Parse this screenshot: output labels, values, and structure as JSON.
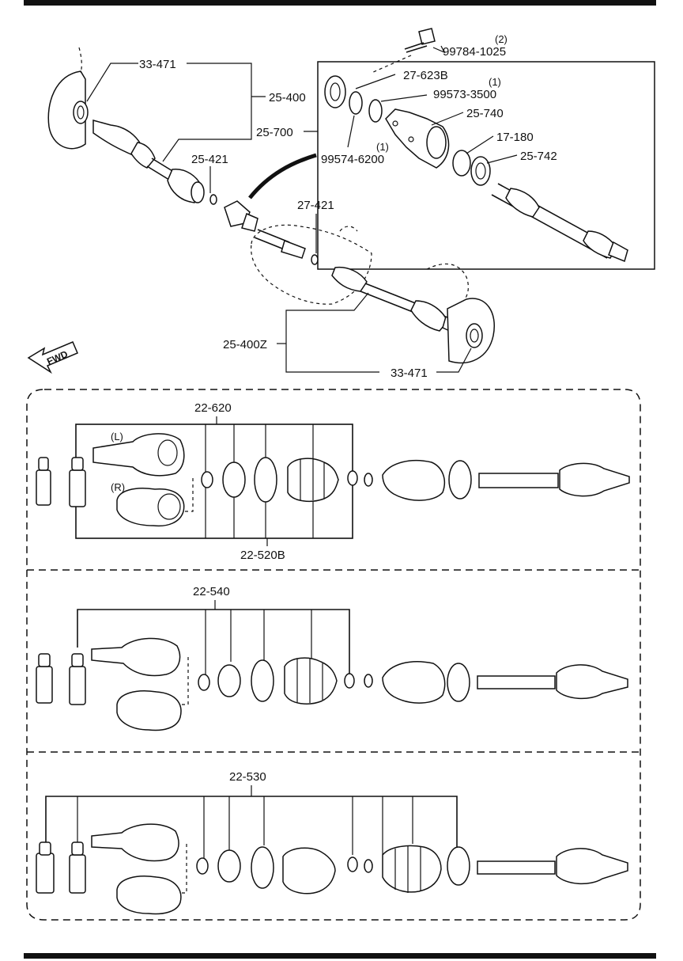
{
  "parts": {
    "p33_471_a": "33-471",
    "p25_400": "25-400",
    "p25_700": "25-700",
    "p25_421": "25-421",
    "p99784": "99784-1025",
    "p99784_qty": "(2)",
    "p27_623b": "27-623B",
    "p99573": "99573-3500",
    "p99573_qty": "(1)",
    "p25_740": "25-740",
    "p17_180": "17-180",
    "p99574": "99574-6200",
    "p99574_qty": "(1)",
    "p25_742": "25-742",
    "p27_421": "27-421",
    "p25_400z": "25-400Z",
    "p33_471_b": "33-471"
  },
  "fwd_label": "FWD",
  "kits": {
    "k22_620": "22-620",
    "k22_520b": "22-520B",
    "left_marker": "(L)",
    "right_marker": "(R)",
    "k22_540": "22-540",
    "k22_530": "22-530"
  }
}
